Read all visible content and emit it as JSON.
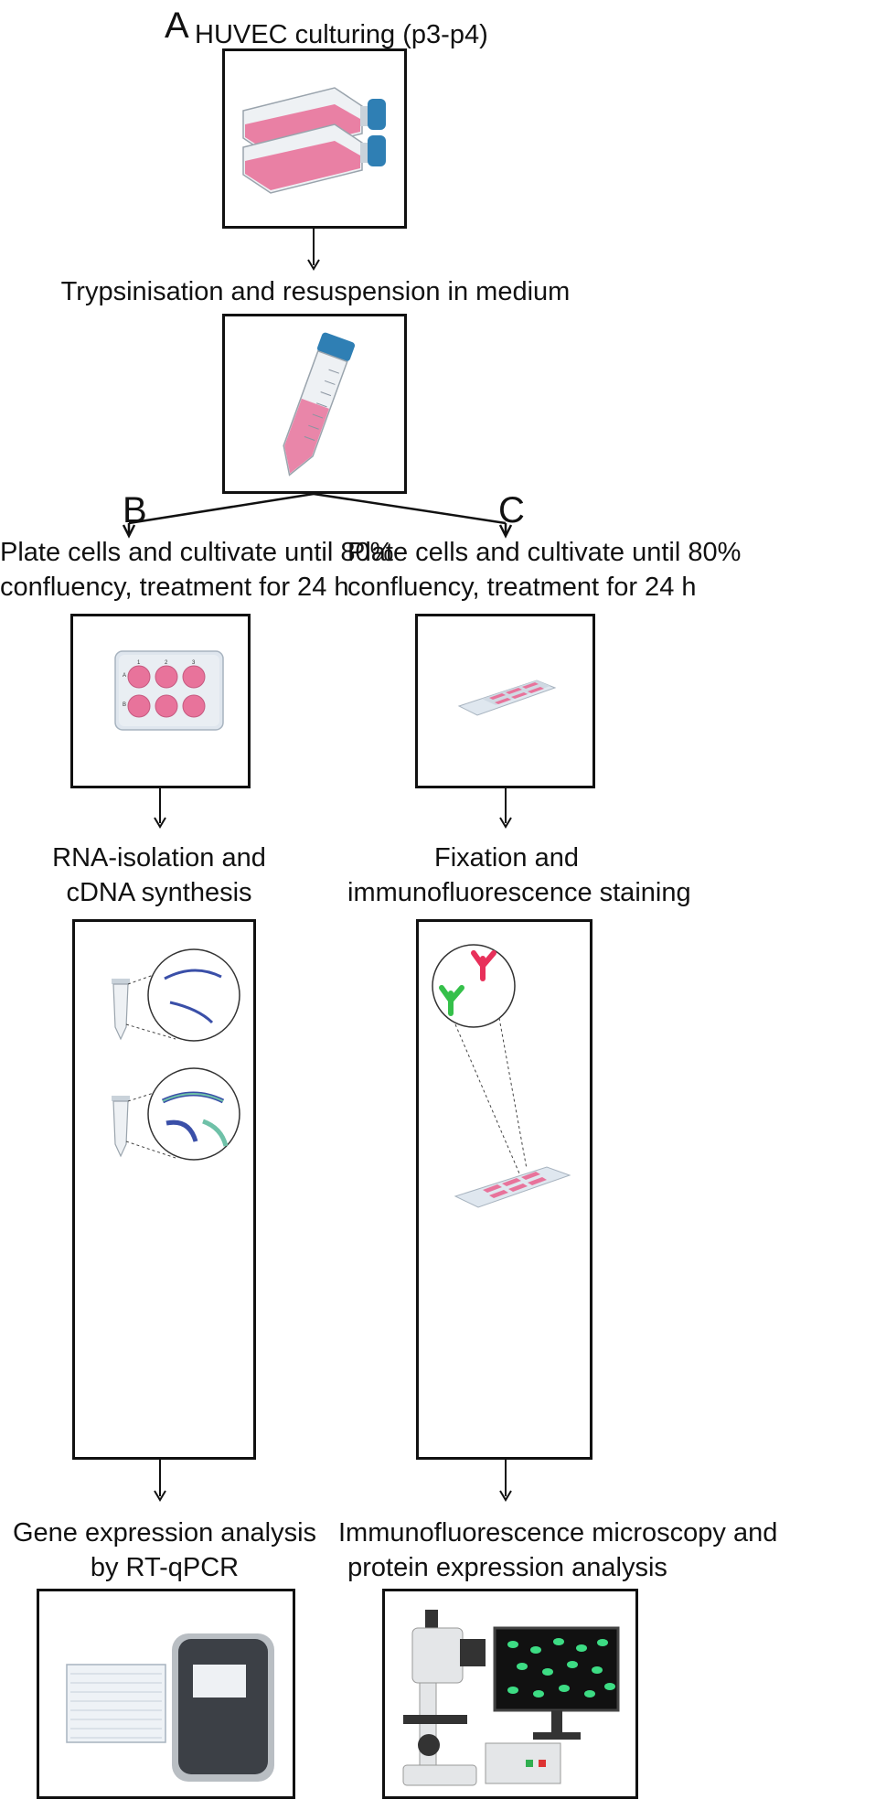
{
  "panels": {
    "a_letter": "A",
    "b_letter": "B",
    "c_letter": "C"
  },
  "steps": {
    "a_title": "HUVEC culturing (p3-p4)",
    "trypsin": "Trypsinisation and resuspension in medium",
    "b_plate_line1": "Plate cells and cultivate until 80%",
    "b_plate_line2": "confluency, treatment for 24 h",
    "c_plate_line1": "Plate cells and cultivate until 80%",
    "c_plate_line2": "confluency, treatment for 24 h",
    "rna_line1": "RNA-isolation and",
    "rna_line2": "cDNA synthesis",
    "fix_line1": "Fixation and",
    "fix_line2": "immunofluorescence staining",
    "gene_line1": "Gene expression analysis",
    "gene_line2": "by RT-qPCR",
    "micro_line1": "Immunofluorescence microscopy and",
    "micro_line2": "protein expression analysis"
  },
  "plate_labels": {
    "cols": [
      "1",
      "2",
      "3"
    ],
    "rows": [
      "A",
      "B"
    ]
  },
  "colors": {
    "medium_pink": "#e8739b",
    "cap_blue": "#2f7fb4",
    "antibody_red": "#e8305a",
    "antibody_green": "#35c04a",
    "cell_green": "#3ddc84"
  }
}
